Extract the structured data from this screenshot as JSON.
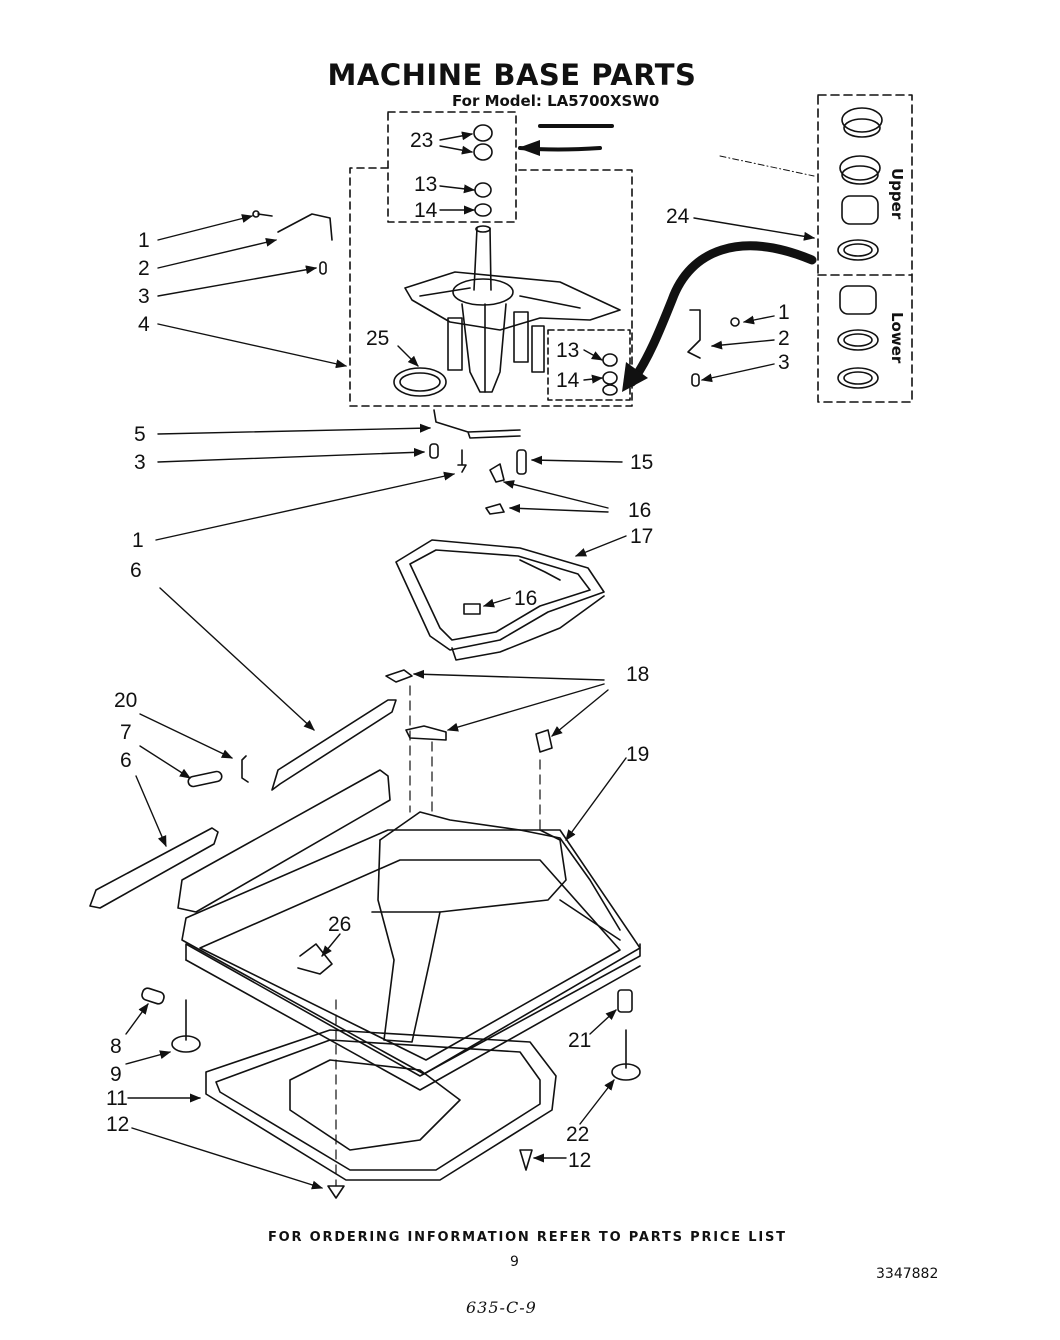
{
  "title": "MACHINE BASE PARTS",
  "subtitle": "For Model: LA5700XSW0",
  "inset_labels": {
    "upper": "Upper",
    "lower": "Lower"
  },
  "callouts": [
    {
      "id": "c23",
      "text": "23"
    },
    {
      "id": "c13a",
      "text": "13"
    },
    {
      "id": "c14a",
      "text": "14"
    },
    {
      "id": "c24",
      "text": "24"
    },
    {
      "id": "c1a",
      "text": "1"
    },
    {
      "id": "c2a",
      "text": "2"
    },
    {
      "id": "c3a",
      "text": "3"
    },
    {
      "id": "c4",
      "text": "4"
    },
    {
      "id": "c25",
      "text": "25"
    },
    {
      "id": "c13b",
      "text": "13"
    },
    {
      "id": "c14b",
      "text": "14"
    },
    {
      "id": "c1b",
      "text": "1"
    },
    {
      "id": "c2b",
      "text": "2"
    },
    {
      "id": "c3b",
      "text": "3"
    },
    {
      "id": "c5",
      "text": "5"
    },
    {
      "id": "c3c",
      "text": "3"
    },
    {
      "id": "c15",
      "text": "15"
    },
    {
      "id": "c1c",
      "text": "1"
    },
    {
      "id": "c16a",
      "text": "16"
    },
    {
      "id": "c17",
      "text": "17"
    },
    {
      "id": "c6a",
      "text": "6"
    },
    {
      "id": "c16b",
      "text": "16"
    },
    {
      "id": "c18",
      "text": "18"
    },
    {
      "id": "c20",
      "text": "20"
    },
    {
      "id": "c7",
      "text": "7"
    },
    {
      "id": "c6b",
      "text": "6"
    },
    {
      "id": "c19",
      "text": "19"
    },
    {
      "id": "c26",
      "text": "26"
    },
    {
      "id": "c8",
      "text": "8"
    },
    {
      "id": "c9",
      "text": "9"
    },
    {
      "id": "c21",
      "text": "21"
    },
    {
      "id": "c11",
      "text": "11"
    },
    {
      "id": "c12a",
      "text": "12"
    },
    {
      "id": "c22",
      "text": "22"
    },
    {
      "id": "c12b",
      "text": "12"
    }
  ],
  "footer": "FOR ORDERING INFORMATION REFER TO PARTS PRICE LIST",
  "page_number": "9",
  "doc_number": "3347882",
  "handwritten_note": "635-C-9"
}
